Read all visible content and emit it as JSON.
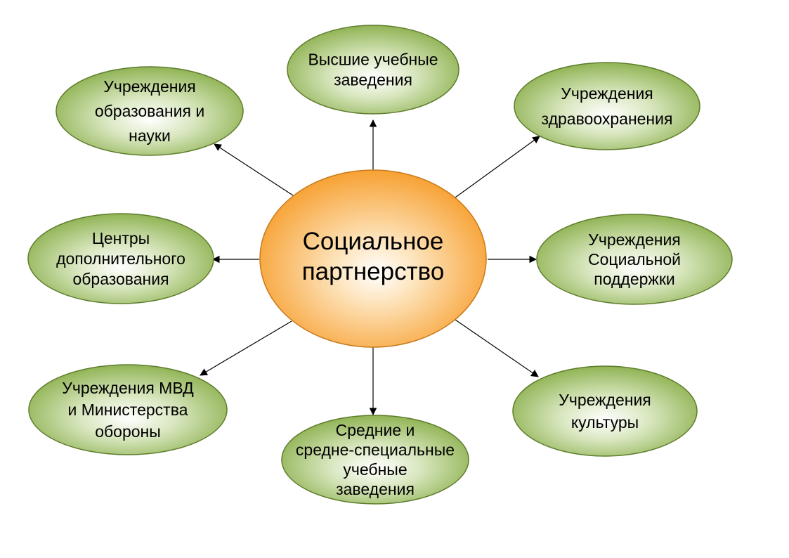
{
  "diagram": {
    "center": {
      "lines": [
        "Социальное",
        "партнерство"
      ]
    },
    "satellites": [
      {
        "id": "vuz",
        "lines": [
          "Высшие учебные",
          "заведения"
        ]
      },
      {
        "id": "health",
        "lines": [
          "Учреждения",
          "здравоохранения"
        ]
      },
      {
        "id": "social",
        "lines": [
          "Учреждения",
          "Социальной",
          "поддержки"
        ]
      },
      {
        "id": "culture",
        "lines": [
          "Учреждения",
          "культуры"
        ]
      },
      {
        "id": "secondary",
        "lines": [
          "Средние и",
          "средне-специальные",
          "учебные",
          "заведения"
        ]
      },
      {
        "id": "mvd",
        "lines": [
          "Учреждения МВД",
          "и Министерства",
          "обороны"
        ]
      },
      {
        "id": "additional",
        "lines": [
          "Центры",
          "дополнительного",
          "образования"
        ]
      },
      {
        "id": "education",
        "lines": [
          "Учреждения",
          "образования и",
          "науки"
        ]
      }
    ]
  },
  "colors": {
    "center_fill_light": "#ffffff",
    "center_fill_dark": "#f7a133",
    "center_stroke": "#c97a1c",
    "satellite_fill_light": "#ffffff",
    "satellite_fill_dark": "#86ac45",
    "satellite_stroke": "#5e7d2c",
    "connector": "#000000"
  }
}
